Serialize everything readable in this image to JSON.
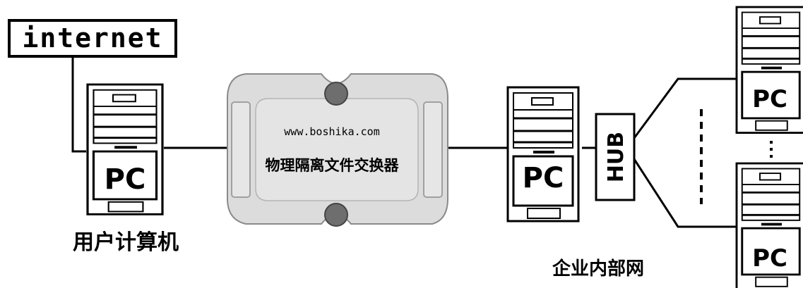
{
  "internet_label": "internet",
  "user_computer_label": "用户计算机",
  "intranet_label": "企业内部网",
  "device": {
    "url": "www.boshika.com",
    "name": "物理隔离文件交换器"
  },
  "hub_label": "HUB",
  "pc_label": "PC",
  "colors": {
    "line": "#000000",
    "device_fill": "#dcdcdc",
    "device_stroke": "#8a8a8a",
    "bolt": "#6e6e6e"
  }
}
